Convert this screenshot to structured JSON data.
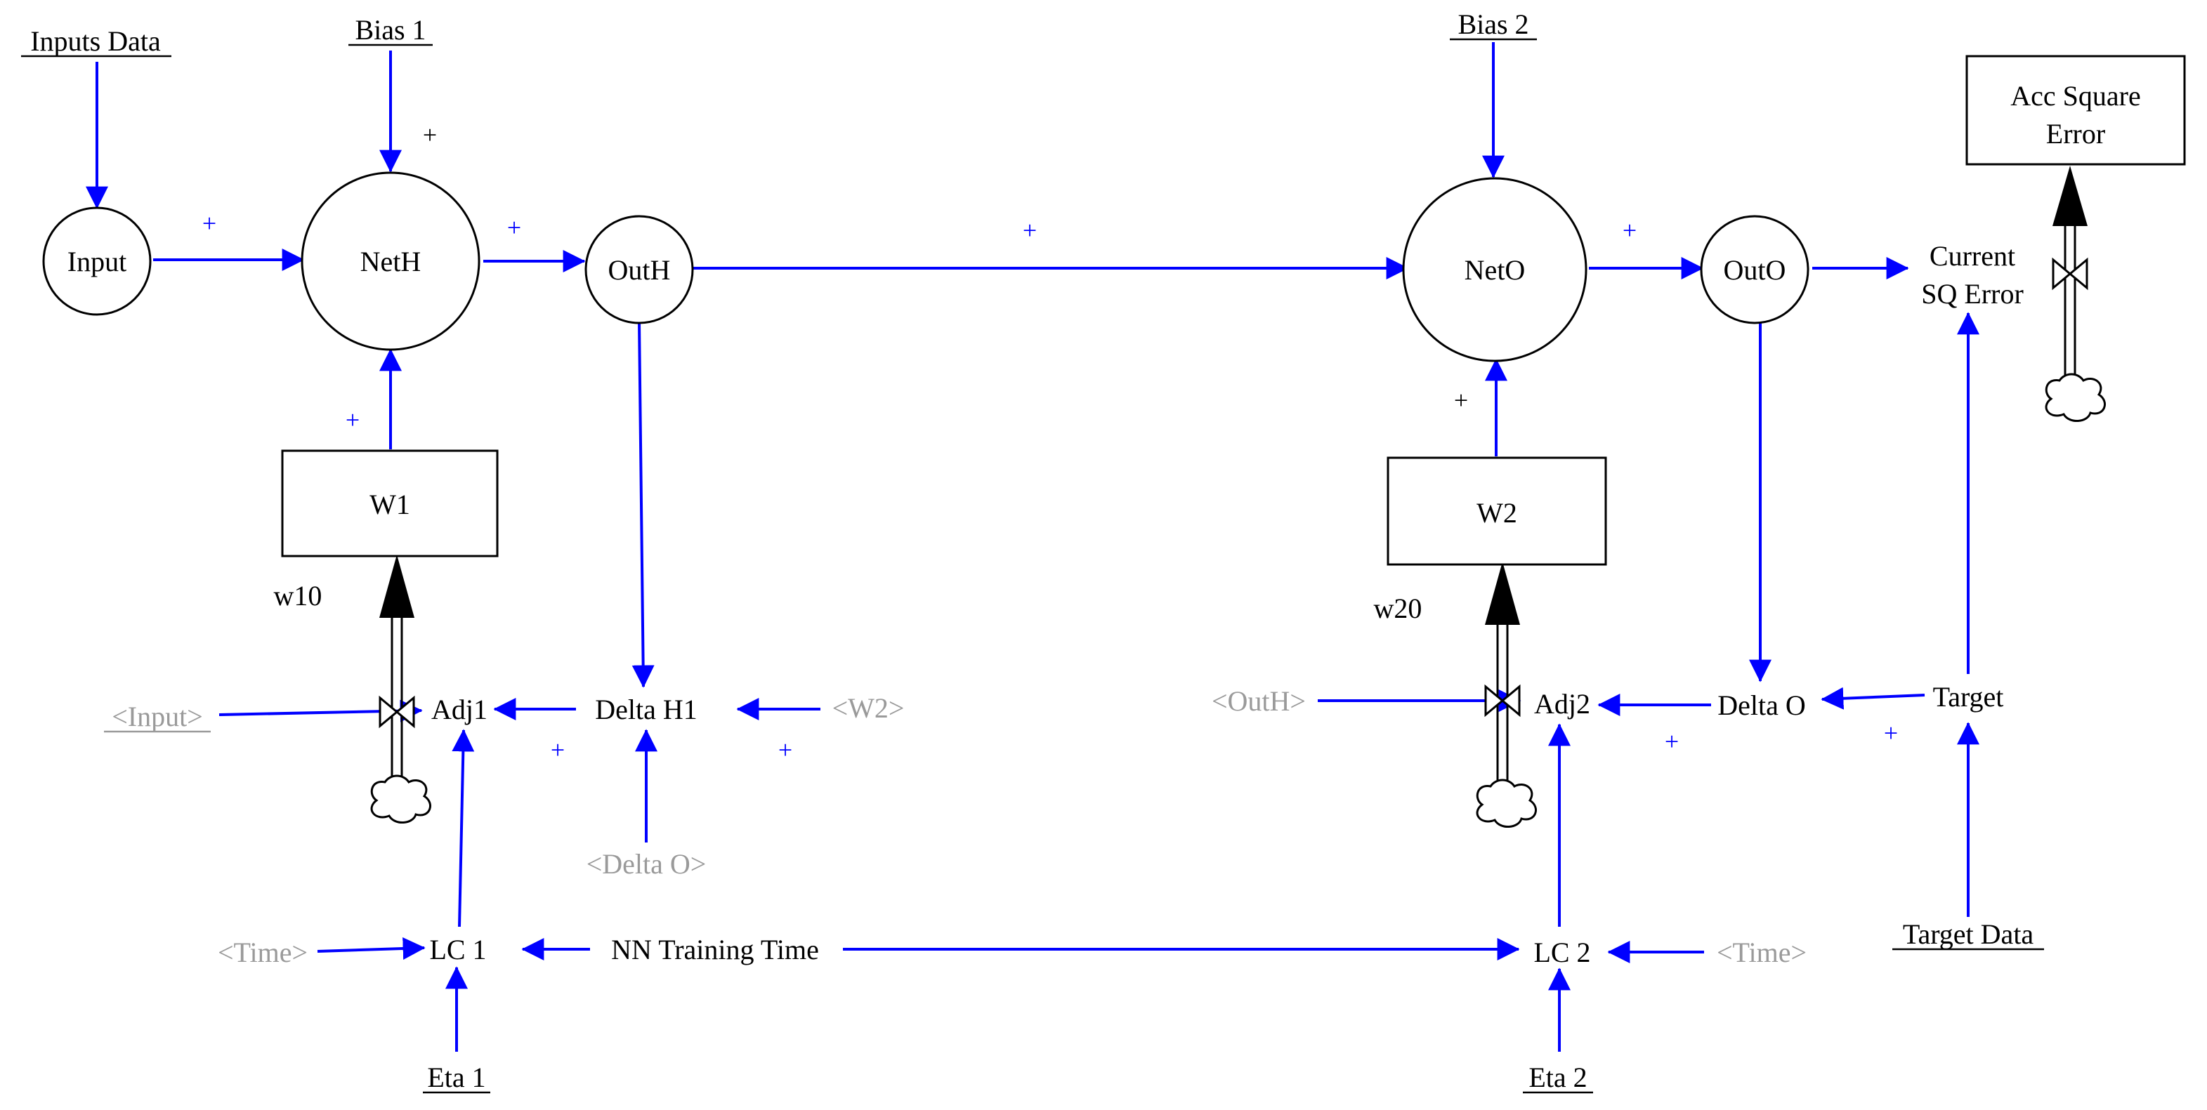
{
  "nodes": {
    "inputs_data": "Inputs Data",
    "bias1": "Bias 1",
    "bias2": "Bias 2",
    "input": "Input",
    "neth": "NetH",
    "outh": "OutH",
    "neto": "NetO",
    "outo": "OutO",
    "current_sq_error_l1": "Current",
    "current_sq_error_l2": "SQ Error",
    "acc_square_error_l1": "Acc Square",
    "acc_square_error_l2": "Error",
    "w1": "W1",
    "w2": "W2",
    "w10": "w10",
    "w20": "w20",
    "adj1": "Adj1",
    "adj2": "Adj2",
    "delta_h1": "Delta H1",
    "delta_o": "Delta O",
    "target": "Target",
    "target_data": "Target Data",
    "ghost_input": "<Input>",
    "ghost_w2": "<W2>",
    "ghost_delta_o": "<Delta O>",
    "ghost_outh": "<OutH>",
    "ghost_time_left": "<Time>",
    "ghost_time_right": "<Time>",
    "lc1": "LC 1",
    "lc2": "LC 2",
    "nn_training_time": "NN Training Time",
    "eta1": "Eta 1",
    "eta2": "Eta 2"
  },
  "polarity": "+",
  "colors": {
    "link": "#0000ff",
    "ghost": "#9a9a9a",
    "stroke": "#000000",
    "background": "#ffffff"
  }
}
